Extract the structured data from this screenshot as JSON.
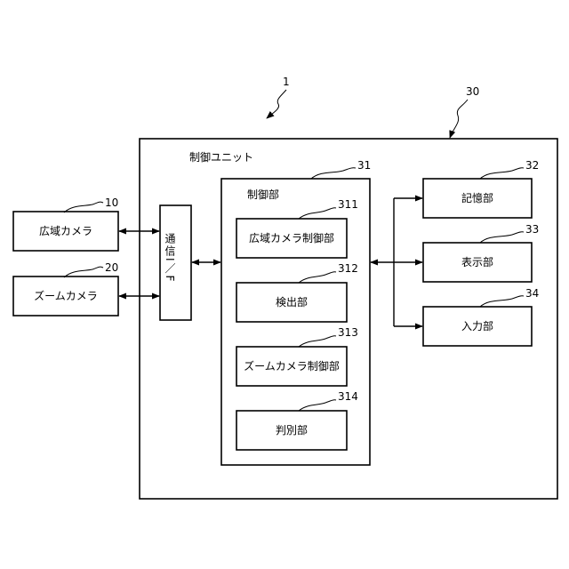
{
  "diagram": {
    "ref_system": "1",
    "ref_control_unit": "30",
    "control_unit_label": "制御ユニット",
    "wide_camera": {
      "ref": "10",
      "label": "広域カメラ"
    },
    "zoom_camera": {
      "ref": "20",
      "label": "ズームカメラ"
    },
    "comm_if": {
      "label": "通信I／F"
    },
    "controller": {
      "ref": "31",
      "label": "制御部",
      "subunits": [
        {
          "ref": "311",
          "label": "広域カメラ制御部"
        },
        {
          "ref": "312",
          "label": "検出部"
        },
        {
          "ref": "313",
          "label": "ズームカメラ制御部"
        },
        {
          "ref": "314",
          "label": "判別部"
        }
      ]
    },
    "storage": {
      "ref": "32",
      "label": "記憶部"
    },
    "display": {
      "ref": "33",
      "label": "表示部"
    },
    "input": {
      "ref": "34",
      "label": "入力部"
    }
  }
}
